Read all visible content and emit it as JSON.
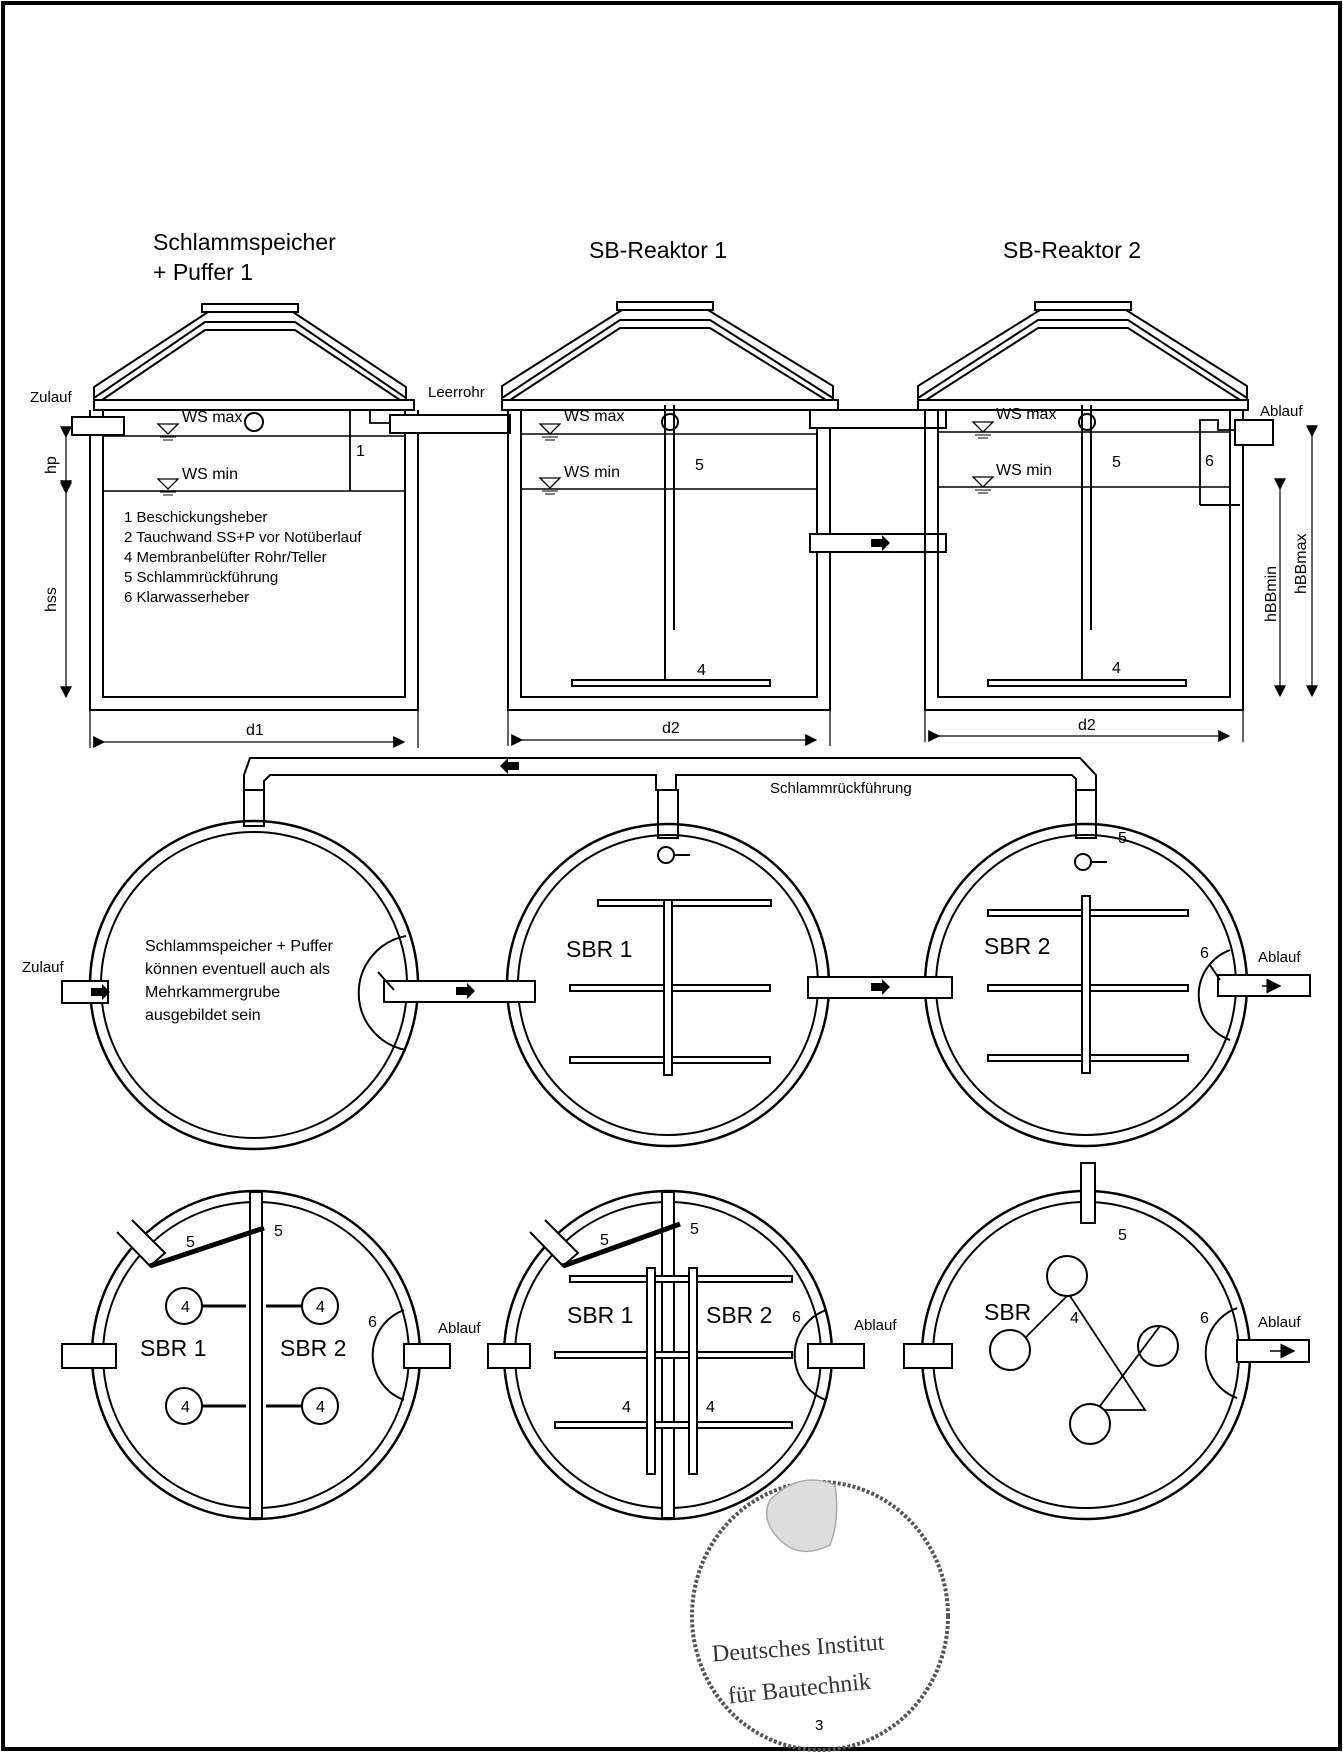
{
  "titles": {
    "tank1": [
      "Schlammspeicher",
      "+ Puffer 1"
    ],
    "tank2": "SB-Reaktor 1",
    "tank3": "SB-Reaktor 2"
  },
  "section": {
    "zulauf": "Zulauf",
    "leerrohr": "Leerrohr",
    "ablauf": "Ablauf",
    "ws_max": "WS max",
    "ws_min": "WS min",
    "hp": "hp",
    "hss": "hss",
    "hbbmin": "hBBmin",
    "hbbmax": "hBBmax",
    "d1": "d1",
    "d2": "d2"
  },
  "legend": [
    "1 Beschickungsheber",
    "2 Tauchwand SS+P vor Notüberlauf",
    "4 Membranbelüfter Rohr/Teller",
    "5 Schlammrückführung",
    "6 Klarwasserheber"
  ],
  "numbers": {
    "n1": "1",
    "n4": "4",
    "n5": "5",
    "n6": "6"
  },
  "plan": {
    "schlammrueckfuehrung": "Schlammrückführung",
    "note": [
      "Schlammspeicher + Puffer",
      "können eventuell auch als",
      "Mehrkammergrube",
      "ausgebildet sein"
    ],
    "sbr1": "SBR 1",
    "sbr2": "SBR 2",
    "sbr": "SBR"
  },
  "stamp": {
    "line1": "Deutsches Institut",
    "line2": "für Bautechnik",
    "page": "3"
  }
}
